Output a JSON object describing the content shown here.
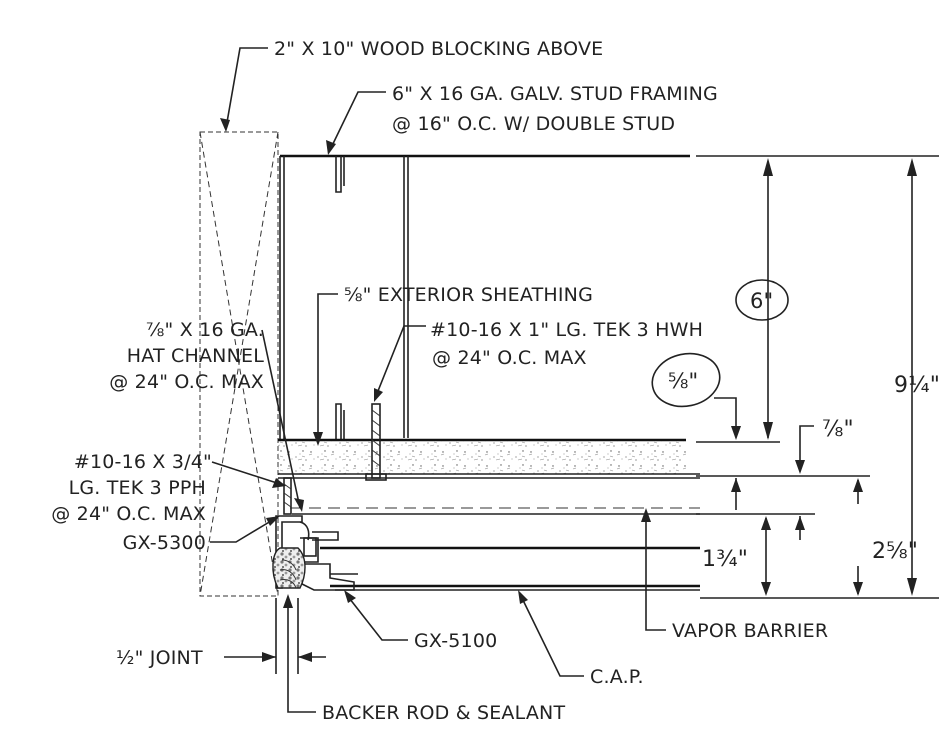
{
  "labels": {
    "wood_blocking": "2\" X 10\" WOOD BLOCKING ABOVE",
    "stud_line1": "6\" X 16 GA. GALV. STUD FRAMING",
    "stud_line2": "@ 16\" O.C. W/ DOUBLE STUD",
    "sheathing": "⅝\" EXTERIOR SHEATHING",
    "hat_line1": "⅞\" X 16 GA.",
    "hat_line2": "HAT CHANNEL",
    "hat_line3": "@ 24\" O.C. MAX",
    "tek3hwh_line1": "#10-16 X 1\" LG. TEK 3 HWH",
    "tek3hwh_line2": "@ 24\" O.C. MAX",
    "tek3pph_line1": "#10-16 X 3/4\"",
    "tek3pph_line2": "LG. TEK 3 PPH",
    "tek3pph_line3": "@ 24\" O.C. MAX",
    "gx5300": "GX-5300",
    "gx5100": "GX-5100",
    "joint": "½\" JOINT",
    "vapor_barrier": "VAPOR BARRIER",
    "cap": "C.A.P.",
    "backer_rod": "BACKER ROD & SEALANT"
  },
  "dimensions": {
    "d_6": "6\"",
    "d_5_8": "⅝\"",
    "d_7_8": "⅞\"",
    "d_9_1_4": "9¼\"",
    "d_2_5_8": "2⅝\"",
    "d_1_3_4": "1¾\""
  }
}
